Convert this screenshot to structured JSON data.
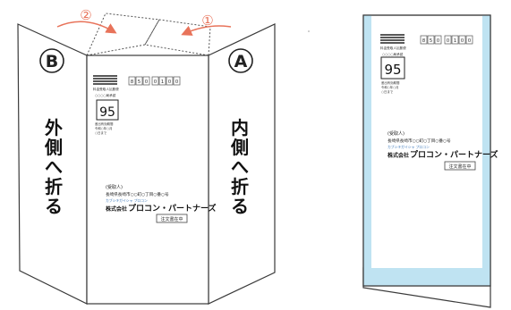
{
  "left_figure": {
    "step2": "②",
    "step1": "①",
    "flap_b": "B",
    "flap_a": "A",
    "outer_fold_text": [
      "外",
      "側",
      "へ",
      "折",
      "る"
    ],
    "inner_fold_text": [
      "内",
      "側",
      "へ",
      "折",
      "る"
    ],
    "envelope": {
      "postal_header": "料金受取人払郵便",
      "postal_office": "○○○○局承認",
      "permit_number": "95",
      "valid_note": "差出有効期間",
      "valid_note2": "令和○年○月",
      "valid_note3": "○日まで",
      "zip_digits": [
        "8",
        "5",
        "0",
        "0",
        "1",
        "0",
        "0"
      ],
      "recipient_label": "(受取人)",
      "address": "長崎県長崎市○○町○丁目○番○号",
      "company_reading": "カブシキガイシャ プロコン",
      "company_name_prefix": "株式会社",
      "company_name": "プロコン・パートナーズ",
      "order_box": "注文書在中"
    }
  },
  "right_figure": {
    "envelope": {
      "postal_header": "料金受取人払郵便",
      "postal_office": "○○○○局承認",
      "permit_number": "95",
      "valid_note": "差出有効期間",
      "valid_note2": "令和○年○月",
      "valid_note3": "○日まで",
      "zip_digits": [
        "8",
        "5",
        "0",
        "0",
        "1",
        "0",
        "0"
      ],
      "recipient_label": "(受取人)",
      "address": "長崎県長崎市○○町○丁目○番○号",
      "company_reading": "カブシキガイシャ プロコン",
      "company_name_prefix": "株式会社",
      "company_name": "プロコン・パートナーズ",
      "order_box": "注文書在中"
    }
  },
  "colors": {
    "line": "#3a3a3a",
    "arrow": "#e8735a",
    "tape": "#bfe3f2",
    "address_blue": "#2f6fb5"
  }
}
